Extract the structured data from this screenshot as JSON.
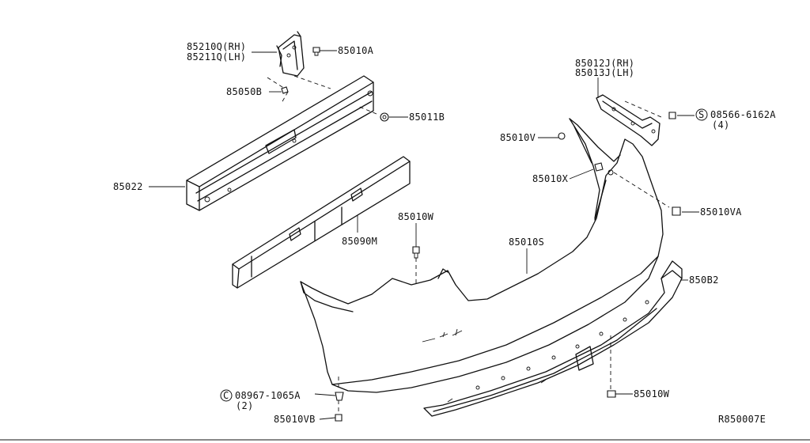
{
  "labels": {
    "bracket_rh": "85210Q(RH)",
    "bracket_lh": "85211Q(LH)",
    "clip_85010A": "85010A",
    "bolt_85050B": "85050B",
    "nut_85011B": "85011B",
    "reinforcement": "85022",
    "absorber": "85090M",
    "bracket_side_rh": "85012J(RH)",
    "bracket_side_lh": "85013J(LH)",
    "screw_08566": "08566-6162A",
    "screw_08566_qty": "(4)",
    "screw_08566_symbol": "S",
    "clip_85010V": "85010V",
    "clip_85010X": "85010X",
    "clip_85010VA": "85010VA",
    "clip_85010W_top": "85010W",
    "bumper_fascia": "85010S",
    "lower_cover": "850B2",
    "clip_85010W_bottom": "85010W",
    "screw_08967": "08967-1065A",
    "screw_08967_qty": "(2)",
    "screw_08967_symbol": "C",
    "clip_85010VB": "85010VB",
    "diagram_id": "R850007E"
  }
}
